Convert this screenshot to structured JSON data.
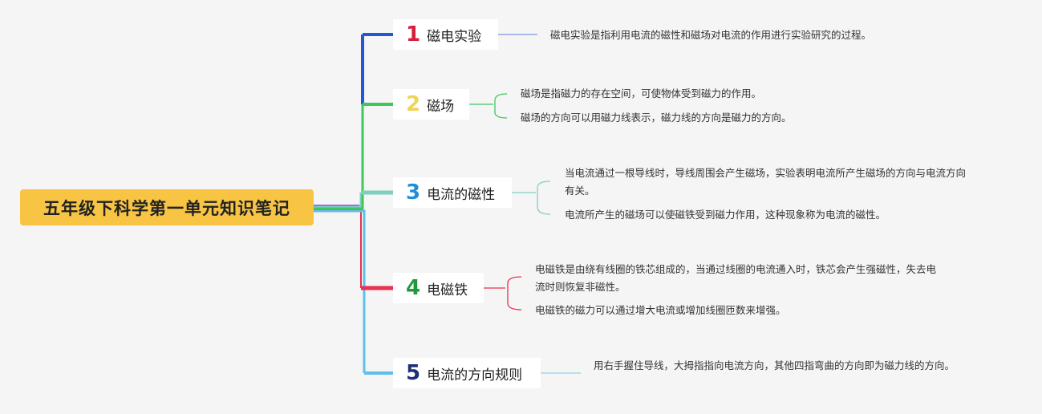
{
  "root": {
    "title": "五年级下科学第一单元知识笔记"
  },
  "colors": {
    "t1": "#2456d6",
    "t2": "#3ec85c",
    "t3": "#7fcfc0",
    "t4": "#e9304f",
    "t5": "#5ec0e8",
    "n1": "#d61f3a",
    "n2": "#f1d35a",
    "n3": "#1e8fd6",
    "n4": "#1e9a3a",
    "n5": "#1e2f7a"
  },
  "topics": [
    {
      "num": "1",
      "label": "磁电实验",
      "notes": [
        "磁电实验是指利用电流的磁性和磁场对电流的作用进行实验研究的过程。"
      ]
    },
    {
      "num": "2",
      "label": "磁场",
      "notes": [
        "磁场是指磁力的存在空间，可使物体受到磁力的作用。",
        "磁场的方向可以用磁力线表示，磁力线的方向是磁力的方向。"
      ]
    },
    {
      "num": "3",
      "label": "电流的磁性",
      "notes": [
        "当电流通过一根导线时，导线周围会产生磁场，实验表明电流所产生磁场的方向与电流方向有关。",
        "电流所产生的磁场可以使磁铁受到磁力作用，这种现象称为电流的磁性。"
      ]
    },
    {
      "num": "4",
      "label": "电磁铁",
      "notes": [
        "电磁铁是由绕有线圈的铁芯组成的，当通过线圈的电流通入时，铁芯会产生强磁性，失去电流时则恢复非磁性。",
        "电磁铁的磁力可以通过增大电流或增加线圈匝数来增强。"
      ]
    },
    {
      "num": "5",
      "label": "电流的方向规则",
      "notes": [
        "用右手握住导线，大拇指指向电流方向，其他四指弯曲的方向即为磁力线的方向。"
      ]
    }
  ]
}
